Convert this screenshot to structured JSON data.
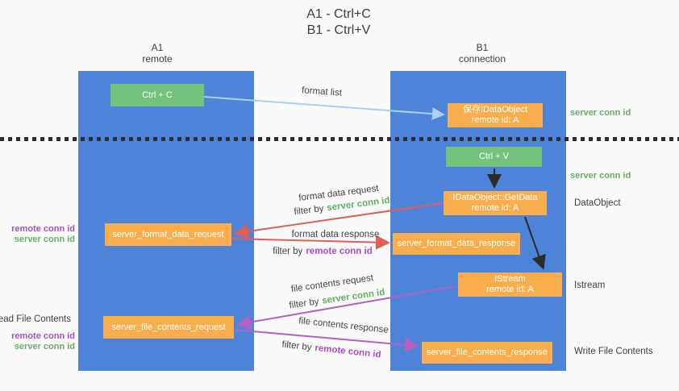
{
  "title": {
    "line1": "A1 - Ctrl+C",
    "line2": "B1 - Ctrl+V"
  },
  "columns": {
    "left": {
      "id": "A1",
      "role": "remote"
    },
    "right": {
      "id": "B1",
      "role": "connection"
    }
  },
  "nodes": {
    "ctrl_c": {
      "label": "Ctrl + C"
    },
    "save_idataobject": {
      "line1": "保存IDataObject",
      "line2": "remote id: A"
    },
    "ctrl_v": {
      "label": "Ctrl + V"
    },
    "getdata": {
      "line1": "IDataObject::GetData",
      "line2": "remote id: A"
    },
    "format_request": {
      "label": "server_format_data_request"
    },
    "format_response": {
      "label": "server_format_data_response"
    },
    "istream": {
      "line1": "IStream",
      "line2": "remote id: A"
    },
    "file_request": {
      "label": "server_file_contents_request"
    },
    "file_response": {
      "label": "server_file_contents_response"
    }
  },
  "arrow_labels": {
    "format_list": "format list",
    "format_data_request": "format data request",
    "format_data_response": "format data response",
    "file_contents_request": "file contents request",
    "file_contents_response": "file contents response",
    "filter_by": "filter by",
    "server_conn_id": "server conn id",
    "remote_conn_id": "remote conn id"
  },
  "side_annotations": {
    "left": {
      "remote_conn_id_1": "remote conn id",
      "server_conn_id_1": "server conn id",
      "read_file_contents": "Read File Contents",
      "remote_conn_id_2": "remote conn id",
      "server_conn_id_2": "server conn id"
    },
    "right": {
      "server_conn_id_1": "server conn id",
      "server_conn_id_2": "server conn id",
      "dataobject": "DataObject",
      "istream": "Istream",
      "write_file_contents": "Write File Contents"
    }
  },
  "colors": {
    "column_blue": "#4d84d9",
    "box_green": "#74c27c",
    "box_orange": "#f9ad4c",
    "arrow_light_blue": "#a9cff2",
    "arrow_red": "#e05f55",
    "arrow_magenta": "#b560c2",
    "text_green": "#62b162",
    "text_purple": "#a94fc4",
    "text_dark": "#3f3f3f",
    "background": "#fafafa"
  }
}
